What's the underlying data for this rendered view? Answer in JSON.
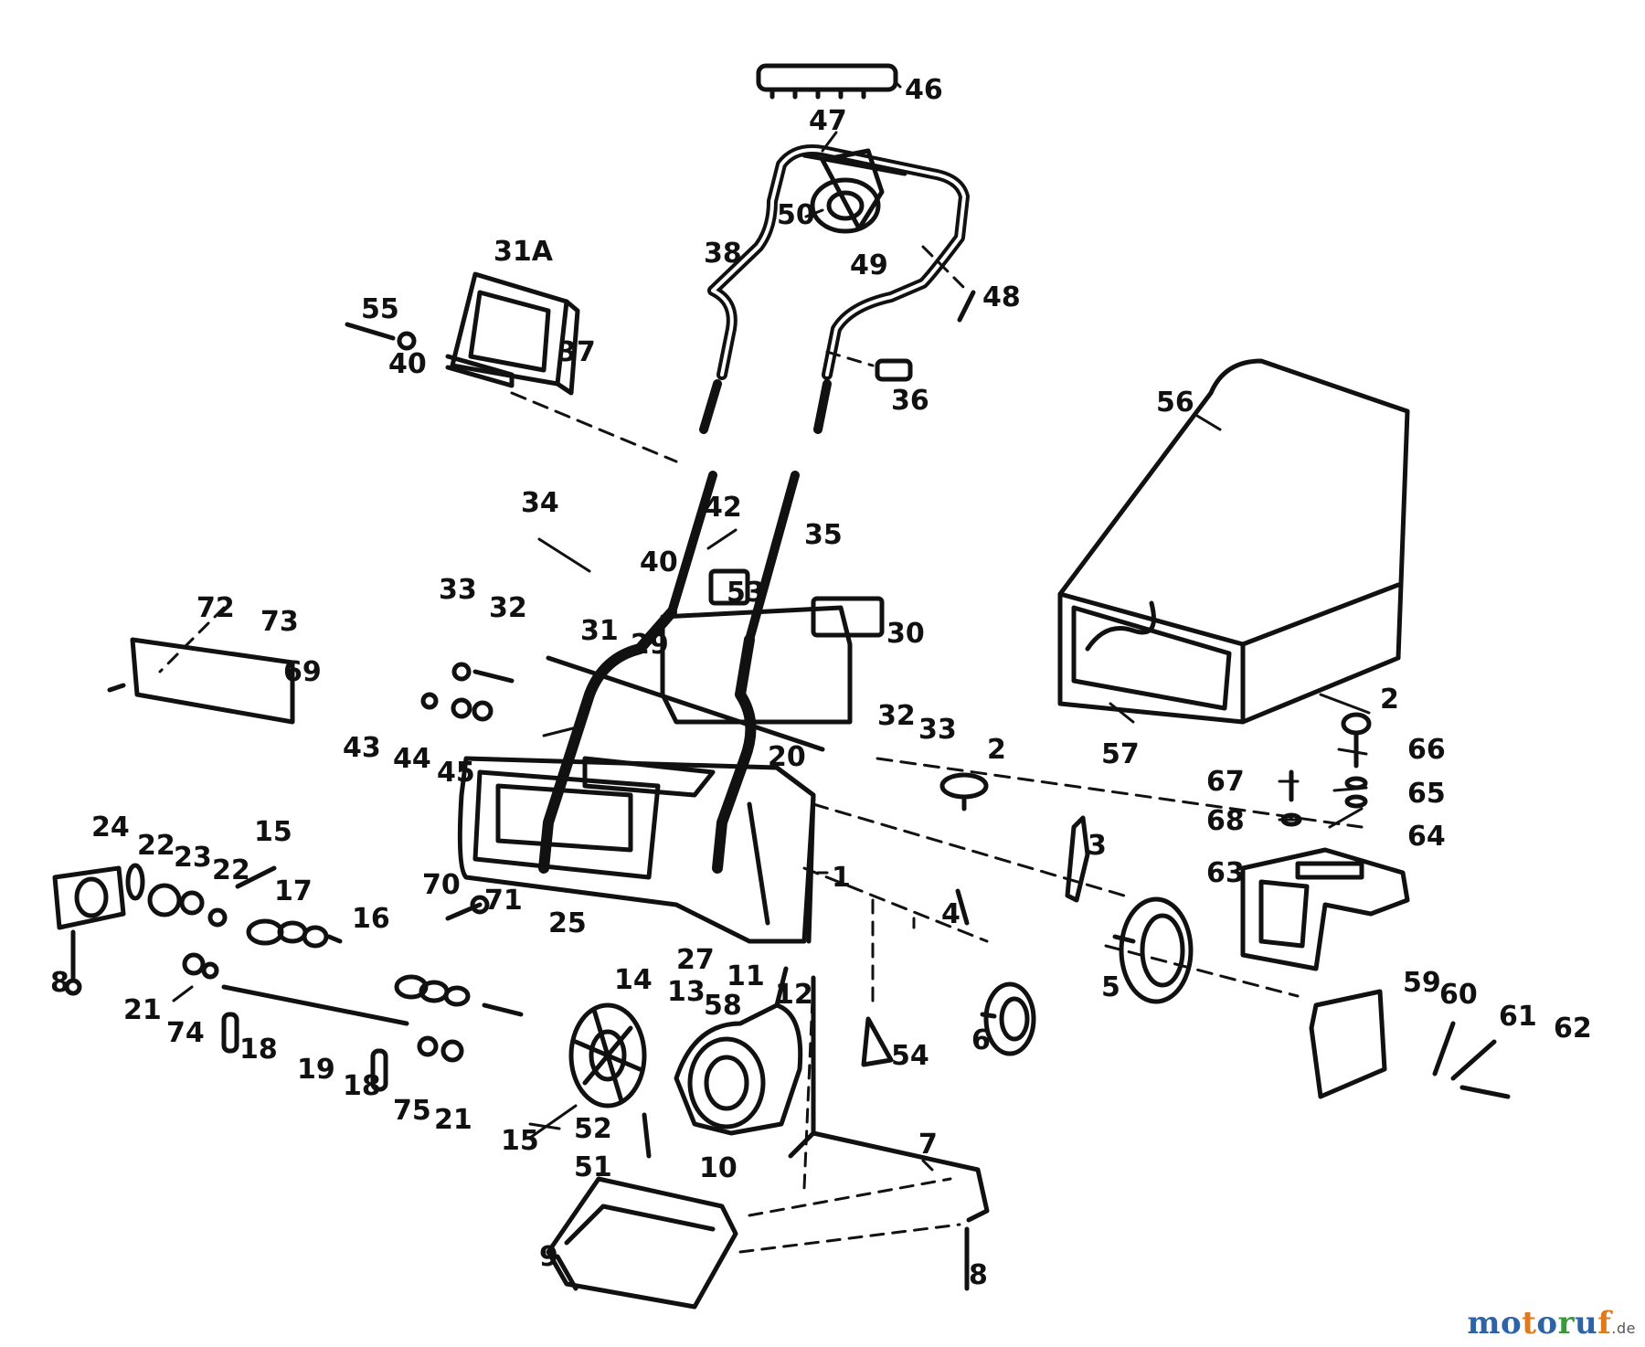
{
  "callouts": [
    {
      "id": "c46",
      "text": "46"
    },
    {
      "id": "c47",
      "text": "47"
    },
    {
      "id": "c50",
      "text": "50"
    },
    {
      "id": "c49",
      "text": "49"
    },
    {
      "id": "c38",
      "text": "38"
    },
    {
      "id": "c48",
      "text": "48"
    },
    {
      "id": "c31a",
      "text": "31A"
    },
    {
      "id": "c55",
      "text": "55"
    },
    {
      "id": "c40a",
      "text": "40"
    },
    {
      "id": "c37",
      "text": "37"
    },
    {
      "id": "c36",
      "text": "36"
    },
    {
      "id": "c56",
      "text": "56"
    },
    {
      "id": "c34",
      "text": "34"
    },
    {
      "id": "c42",
      "text": "42"
    },
    {
      "id": "c40b",
      "text": "40"
    },
    {
      "id": "c35",
      "text": "35"
    },
    {
      "id": "c53",
      "text": "53"
    },
    {
      "id": "c30",
      "text": "30"
    },
    {
      "id": "c33a",
      "text": "33"
    },
    {
      "id": "c32a",
      "text": "32"
    },
    {
      "id": "c31",
      "text": "31"
    },
    {
      "id": "c29",
      "text": "29"
    },
    {
      "id": "c72",
      "text": "72"
    },
    {
      "id": "c73",
      "text": "73"
    },
    {
      "id": "c69",
      "text": "69"
    },
    {
      "id": "c43",
      "text": "43"
    },
    {
      "id": "c44",
      "text": "44"
    },
    {
      "id": "c45",
      "text": "45"
    },
    {
      "id": "c32b",
      "text": "32"
    },
    {
      "id": "c33b",
      "text": "33"
    },
    {
      "id": "c2a",
      "text": "2"
    },
    {
      "id": "c20",
      "text": "20"
    },
    {
      "id": "c57",
      "text": "57"
    },
    {
      "id": "c2b",
      "text": "2"
    },
    {
      "id": "c66",
      "text": "66"
    },
    {
      "id": "c67",
      "text": "67"
    },
    {
      "id": "c65",
      "text": "65"
    },
    {
      "id": "c68",
      "text": "68"
    },
    {
      "id": "c64",
      "text": "64"
    },
    {
      "id": "c63",
      "text": "63"
    },
    {
      "id": "c1",
      "text": "1"
    },
    {
      "id": "c3",
      "text": "3"
    },
    {
      "id": "c24",
      "text": "24"
    },
    {
      "id": "c22a",
      "text": "22"
    },
    {
      "id": "c23",
      "text": "23"
    },
    {
      "id": "c22b",
      "text": "22"
    },
    {
      "id": "c15a",
      "text": "15"
    },
    {
      "id": "c17",
      "text": "17"
    },
    {
      "id": "c70",
      "text": "70"
    },
    {
      "id": "c71",
      "text": "71"
    },
    {
      "id": "c25",
      "text": "25"
    },
    {
      "id": "c27",
      "text": "27"
    },
    {
      "id": "c16",
      "text": "16"
    },
    {
      "id": "c4",
      "text": "4"
    },
    {
      "id": "c8a",
      "text": "8"
    },
    {
      "id": "c5",
      "text": "5"
    },
    {
      "id": "c14",
      "text": "14"
    },
    {
      "id": "c11",
      "text": "11"
    },
    {
      "id": "c13",
      "text": "13"
    },
    {
      "id": "c58",
      "text": "58"
    },
    {
      "id": "c12",
      "text": "12"
    },
    {
      "id": "c59",
      "text": "59"
    },
    {
      "id": "c60",
      "text": "60"
    },
    {
      "id": "c21a",
      "text": "21"
    },
    {
      "id": "c74",
      "text": "74"
    },
    {
      "id": "c18a",
      "text": "18"
    },
    {
      "id": "c19",
      "text": "19"
    },
    {
      "id": "c6",
      "text": "6"
    },
    {
      "id": "c54",
      "text": "54"
    },
    {
      "id": "c61",
      "text": "61"
    },
    {
      "id": "c62",
      "text": "62"
    },
    {
      "id": "c18b",
      "text": "18"
    },
    {
      "id": "c75",
      "text": "75"
    },
    {
      "id": "c21b",
      "text": "21"
    },
    {
      "id": "c15b",
      "text": "15"
    },
    {
      "id": "c52",
      "text": "52"
    },
    {
      "id": "c51",
      "text": "51"
    },
    {
      "id": "c10",
      "text": "10"
    },
    {
      "id": "c7",
      "text": "7"
    },
    {
      "id": "c9",
      "text": "9"
    },
    {
      "id": "c8b",
      "text": "8"
    }
  ],
  "brand": {
    "name": "motoruf",
    "suffix": ".de"
  },
  "colors": {
    "ink": "#111111",
    "paper": "#ffffff",
    "brand_blue": "#2f63a8",
    "brand_green": "#3a9a3a",
    "brand_orange": "#e07a1a"
  }
}
